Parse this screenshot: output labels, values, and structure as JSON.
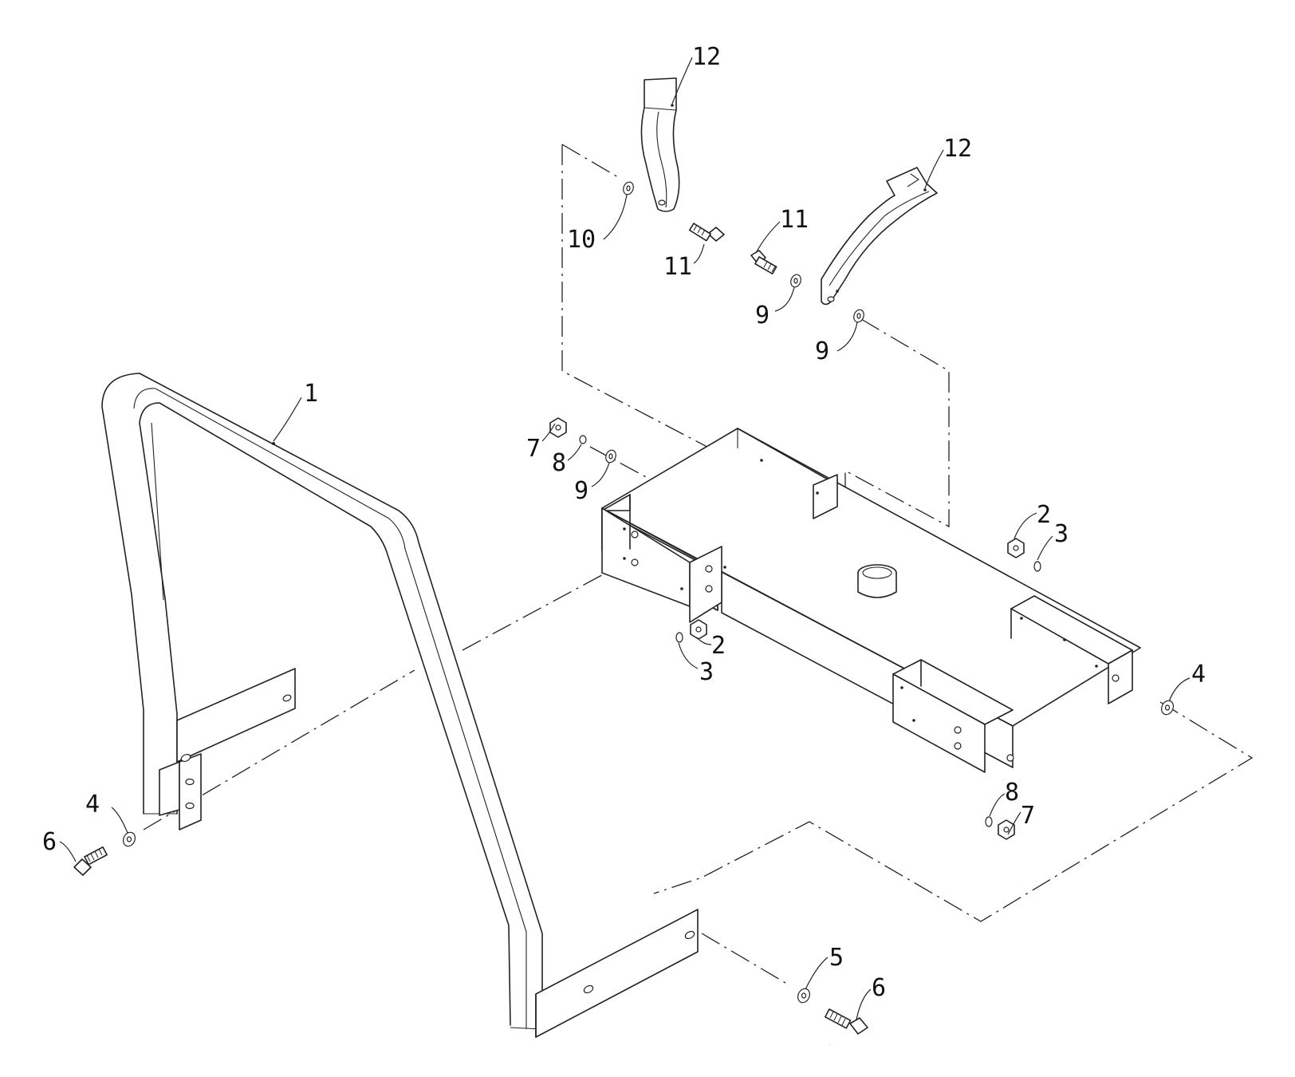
{
  "callouts": {
    "c1": "1",
    "c2a": "2",
    "c2b": "2",
    "c3a": "3",
    "c3b": "3",
    "c4a": "4",
    "c4b": "4",
    "c5": "5",
    "c6a": "6",
    "c6b": "6",
    "c7a": "7",
    "c7b": "7",
    "c8a": "8",
    "c8b": "8",
    "c9a": "9",
    "c9b": "9",
    "c9c": "9",
    "c10": "10",
    "c11a": "11",
    "c11b": "11",
    "c12a": "12",
    "c12b": "12"
  }
}
